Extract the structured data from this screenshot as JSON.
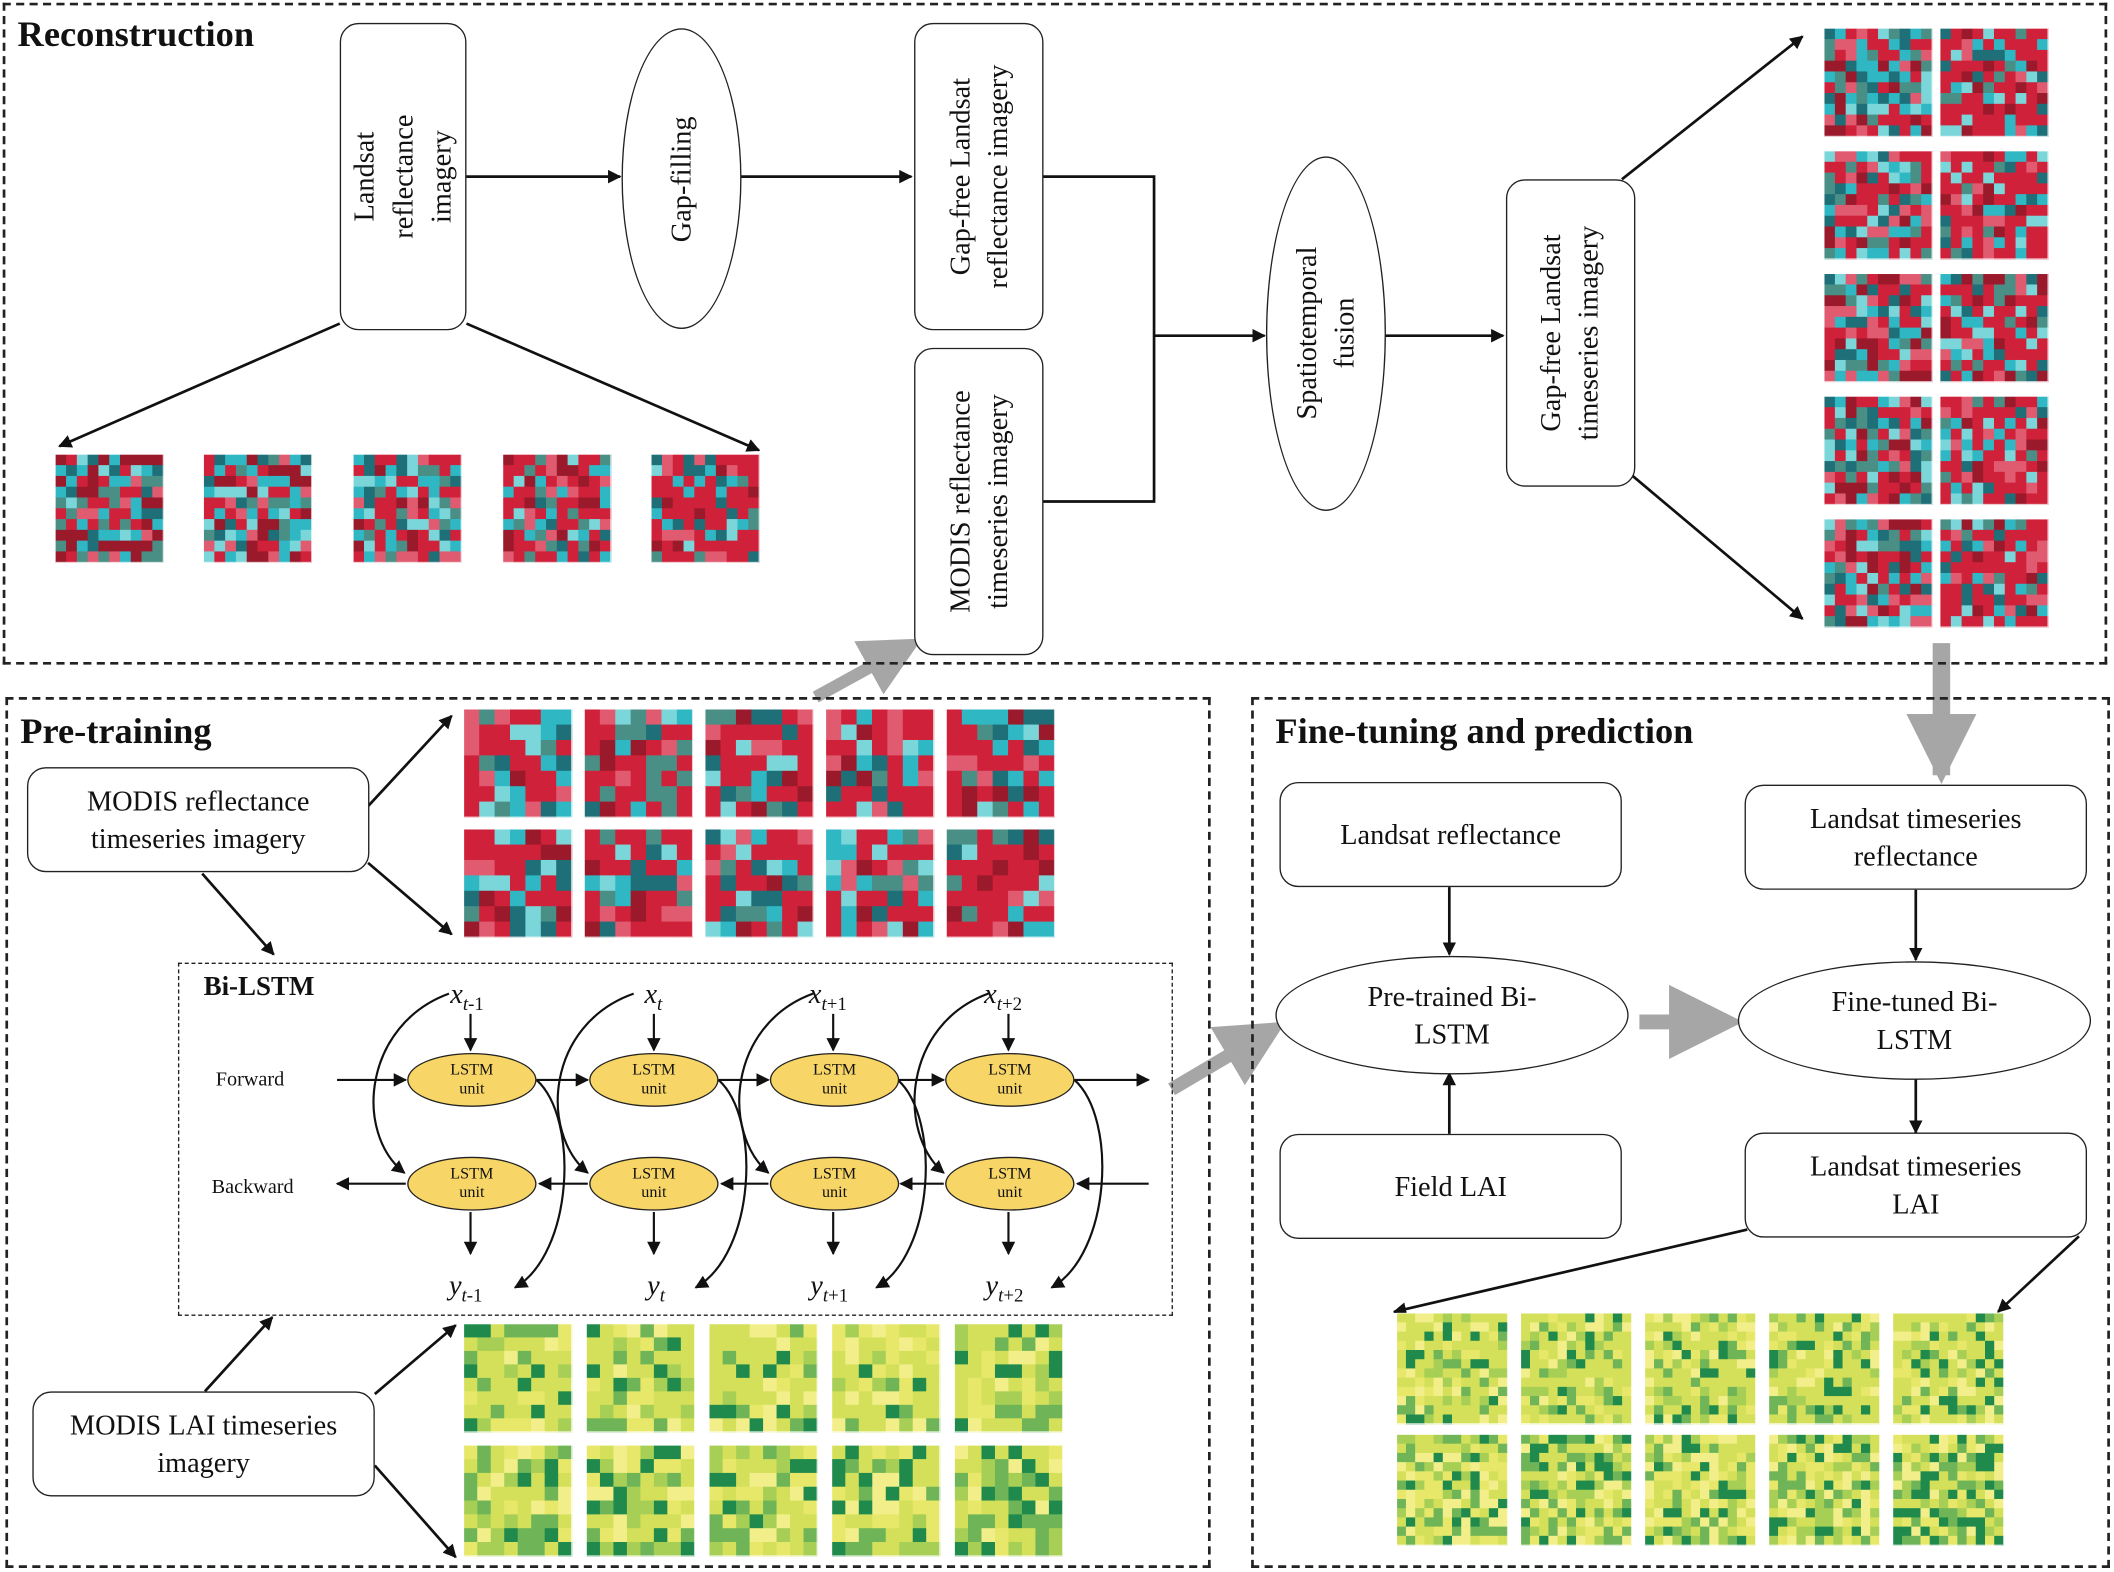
{
  "panels": {
    "reconstruction": "Reconstruction",
    "pretraining": "Pre-training",
    "finetuning": "Fine-tuning and prediction"
  },
  "reconstruction": {
    "landsat_imagery": "Landsat reflectance imagery",
    "gap_filling": "Gap-filling",
    "gap_free_landsat": "Gap-free Landsat reflectance imagery",
    "modis_timeseries": "MODIS reflectance timeseries imagery",
    "spatiotemporal_fusion": "Spatiotemporal fusion",
    "gap_free_timeseries": "Gap-free Landsat  timeseries  imagery"
  },
  "pretraining": {
    "modis_reflectance": "MODIS reflectance timeseries imagery",
    "modis_lai": "MODIS LAI timeseries imagery",
    "bilstm_title": "Bi-LSTM",
    "forward": "Forward",
    "backward": "Backward",
    "lstm_unit_line1": "LSTM",
    "lstm_unit_line2": "unit",
    "x_labels": [
      {
        "base": "x",
        "sub_var": "t",
        "sub_rest": "-1"
      },
      {
        "base": "x",
        "sub_var": "t",
        "sub_rest": ""
      },
      {
        "base": "x",
        "sub_var": "t",
        "sub_rest": "+1"
      },
      {
        "base": "x",
        "sub_var": "t",
        "sub_rest": "+2"
      }
    ],
    "y_labels": [
      {
        "base": "y",
        "sub_var": "t",
        "sub_rest": "-1"
      },
      {
        "base": "y",
        "sub_var": "t",
        "sub_rest": ""
      },
      {
        "base": "y",
        "sub_var": "t",
        "sub_rest": "+1"
      },
      {
        "base": "y",
        "sub_var": "t",
        "sub_rest": "+2"
      }
    ]
  },
  "finetuning": {
    "landsat_reflectance": "Landsat reflectance",
    "pretrained_bilstm": "Pre-trained Bi-LSTM",
    "field_lai": "Field LAI",
    "landsat_ts_reflectance": "Landsat timeseries reflectance",
    "finetuned_bilstm": "Fine-tuned Bi-LSTM",
    "landsat_ts_lai": "Landsat timeseries LAI"
  },
  "colors": {
    "lstm_fill": "#f7d566",
    "false_color_cyan": "#2fb8c4",
    "false_color_red": "#d0213a",
    "lai_yellow": "#e7e86a",
    "lai_green": "#1f8a4c",
    "thick_arrow": "#a6a6a6"
  },
  "icons": {
    "satellite_image_thumbnail": "false-color-satellite-tile",
    "lai_image_thumbnail": "lai-map-tile"
  }
}
